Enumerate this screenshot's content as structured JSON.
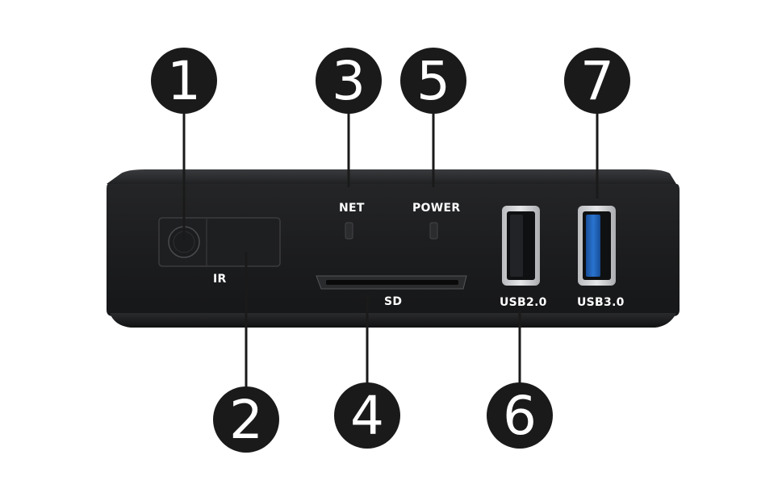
{
  "device": {
    "body_color": "#1b1c1e",
    "port_labels": {
      "ir": "IR",
      "net": "NET",
      "power": "POWER",
      "sd": "SD",
      "usb2": "USB2.0",
      "usb3": "USB3.0"
    },
    "usb3_color": "#1f5fb4"
  },
  "callouts": {
    "c1": "1",
    "c2": "2",
    "c3": "3",
    "c4": "4",
    "c5": "5",
    "c6": "6",
    "c7": "7",
    "circle_color": "#1a1a1a"
  }
}
